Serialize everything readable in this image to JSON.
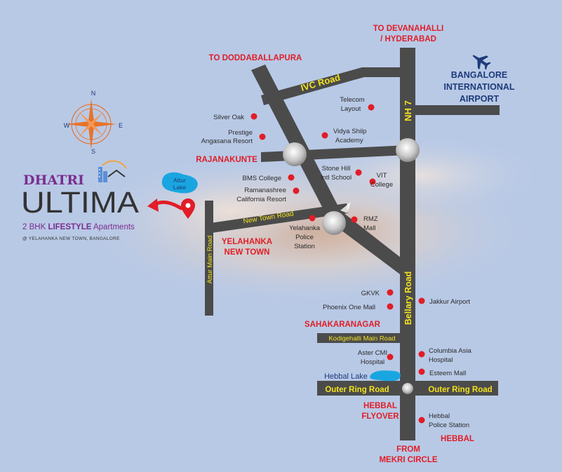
{
  "colors": {
    "background": "#b8c9e6",
    "road": "#4b4b4b",
    "road_label": "#f2e21f",
    "place_red": "#e11d26",
    "poi_text": "#2b2b2b",
    "airport_blue": "#1d3a7a",
    "lake_blue": "#19a6e0",
    "brand_purple": "#7b2d8e",
    "brand_dark": "#333333"
  },
  "compass": {
    "n": "N",
    "s": "S",
    "e": "E",
    "w": "W"
  },
  "brand": {
    "name_top": "DHATRI",
    "name_main": "ULTIMA",
    "tagline_a": "2 BHK ",
    "tagline_b": "LIFESTYLE",
    "tagline_c": " Apartments",
    "location": "@ YELAHANKA NEW TOWN, BANGALORE"
  },
  "roads": {
    "ivc": "IVC Road",
    "nh7": "NH 7",
    "bellary": "Bellary Road",
    "new_town": "New Town Road",
    "attur_main": "Attur Main Road",
    "kodigehalli": "Kodigehalli Main Road",
    "orr_left": "Outer Ring Road",
    "orr_right": "Outer Ring Road"
  },
  "directions": {
    "devanahalli_1": "TO DEVANAHALLI",
    "devanahalli_2": "/ HYDERABAD",
    "doddaballapura": "TO DODDABALLAPURA",
    "airport_1": "BANGALORE",
    "airport_2": "INTERNATIONAL",
    "airport_3": "AIRPORT",
    "mekri_1": "FROM",
    "mekri_2": "MEKRI CIRCLE"
  },
  "areas": {
    "rajanakunte": "RAJANAKUNTE",
    "yelahanka_1": "YELAHANKA",
    "yelahanka_2": "NEW TOWN",
    "sahakaranagar": "SAHAKARANAGAR",
    "hebbal_flyover_1": "HEBBAL",
    "hebbal_flyover_2": "FLYOVER",
    "hebbal": "HEBBAL"
  },
  "lakes": {
    "attur_1": "Attur",
    "attur_2": "Lake",
    "hebbal": "Hebbal Lake"
  },
  "pois": {
    "silver_oak": "Silver Oak",
    "prestige_1": "Prestige",
    "prestige_2": "Angasana Resort",
    "bms": "BMS College",
    "ramanashree_1": "Ramanashree",
    "ramanashree_2": "California Resort",
    "telecom_1": "Telecom",
    "telecom_2": "Layout",
    "vidya_1": "Vidya Shilp",
    "vidya_2": "Academy",
    "stonehill_1": "Stone Hill",
    "stonehill_2": "Intl School",
    "vit_1": "VIT",
    "vit_2": "College",
    "rmz_1": "RMZ",
    "rmz_2": "Mall",
    "police_1": "Yelahanka",
    "police_2": "Police",
    "police_3": "Station",
    "gkvk": "GKVK",
    "phoenix": "Phoenix One Mall",
    "jakkur": "Jakkur Airport",
    "aster_1": "Aster CMI",
    "aster_2": "Hospital",
    "columbia_1": "Columbia Asia",
    "columbia_2": "Hospital",
    "esteem": "Esteem Mall",
    "hebbal_police_1": "Hebbal",
    "hebbal_police_2": "Police Station"
  }
}
